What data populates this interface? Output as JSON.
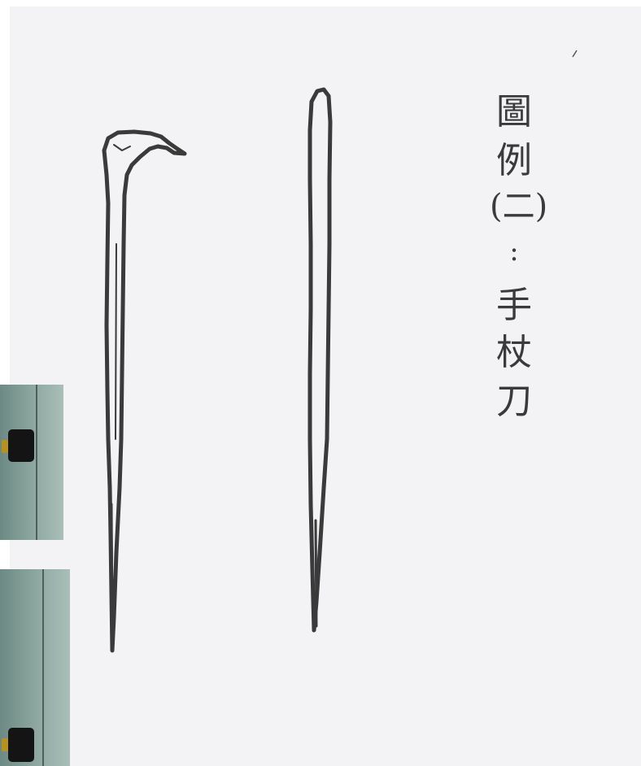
{
  "caption": {
    "chars": [
      "圖",
      "例",
      "(二)",
      ":",
      "手",
      "杖",
      "刀"
    ]
  },
  "colors": {
    "ink": "#3a3a3a",
    "paper": "#f3f3f6"
  }
}
